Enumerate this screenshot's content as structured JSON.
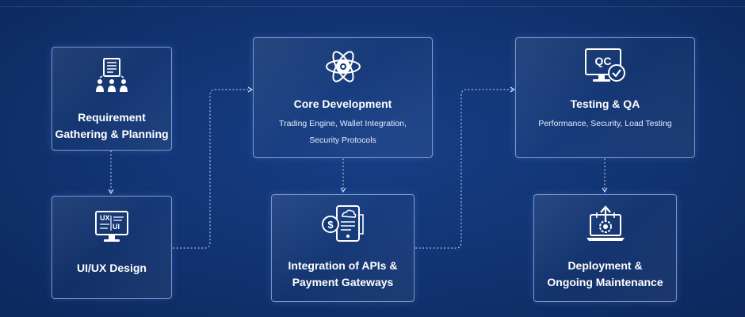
{
  "steps": {
    "requirement": {
      "title": "Requirement\nGathering & Planning",
      "icon": "requirements-team-icon"
    },
    "uiux": {
      "title": "UI/UX Design",
      "icon": "ux-ui-monitor-icon",
      "icon_text_ux": "UX",
      "icon_text_ui": "UI"
    },
    "core": {
      "title": "Core Development",
      "subtitle": "Trading Engine, Wallet Integration,\nSecurity Protocols",
      "icon": "atom-gear-icon"
    },
    "apis": {
      "title": "Integration of APIs &\nPayment Gateways",
      "icon": "payment-api-icon"
    },
    "testing": {
      "title": "Testing & QA",
      "subtitle": "Performance, Security, Load Testing",
      "icon": "qc-monitor-icon",
      "icon_text": "QC"
    },
    "deployment": {
      "title": "Deployment &\nOngoing Maintenance",
      "icon": "deployment-laptop-icon"
    }
  },
  "colors": {
    "background": "#123574",
    "card_border": "#d2e1ff",
    "text": "#ffffff",
    "connector": "#c8d8ff"
  }
}
